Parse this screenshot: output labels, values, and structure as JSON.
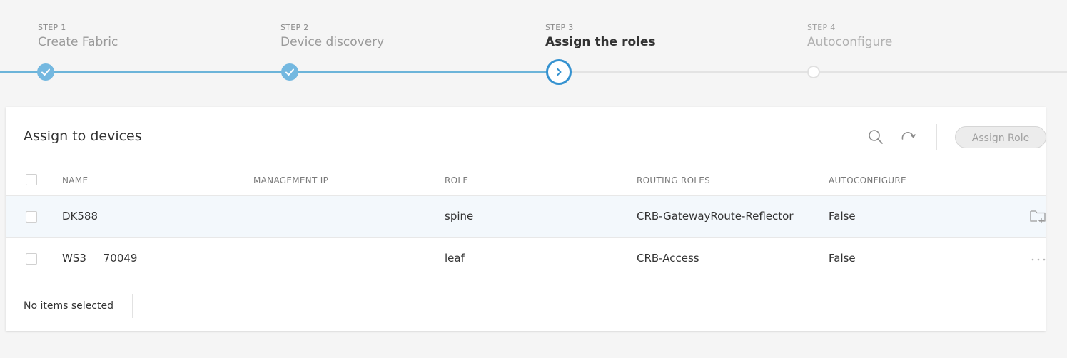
{
  "steps": [
    {
      "num": "STEP 1",
      "title": "Create Fabric",
      "state": "done"
    },
    {
      "num": "STEP 2",
      "title": "Device discovery",
      "state": "done"
    },
    {
      "num": "STEP 3",
      "title": "Assign the roles",
      "state": "current"
    },
    {
      "num": "STEP 4",
      "title": "Autoconfigure",
      "state": "future"
    }
  ],
  "panel": {
    "title": "Assign to devices",
    "assign_role_label": "Assign Role",
    "search_icon": "search-icon",
    "refresh_icon": "refresh-icon"
  },
  "table": {
    "columns": [
      "NAME",
      "MANAGEMENT IP",
      "ROLE",
      "ROUTING ROLES",
      "AUTOCONFIGURE"
    ],
    "rows": [
      {
        "name": "DK588",
        "management_ip": "",
        "role": "spine",
        "routing_roles": "CRB-GatewayRoute-Reflector",
        "autoconfigure": "False",
        "action_icon": "add-folder-icon"
      },
      {
        "name": "WS3     70049",
        "management_ip": "",
        "role": "leaf",
        "routing_roles": "CRB-Access",
        "autoconfigure": "False",
        "action_icon": "more-icon"
      }
    ]
  },
  "footer": {
    "selection_text": "No items selected"
  },
  "colors": {
    "accent": "#3592d0",
    "done": "#74b8e0",
    "track": "#6cb4d9"
  }
}
